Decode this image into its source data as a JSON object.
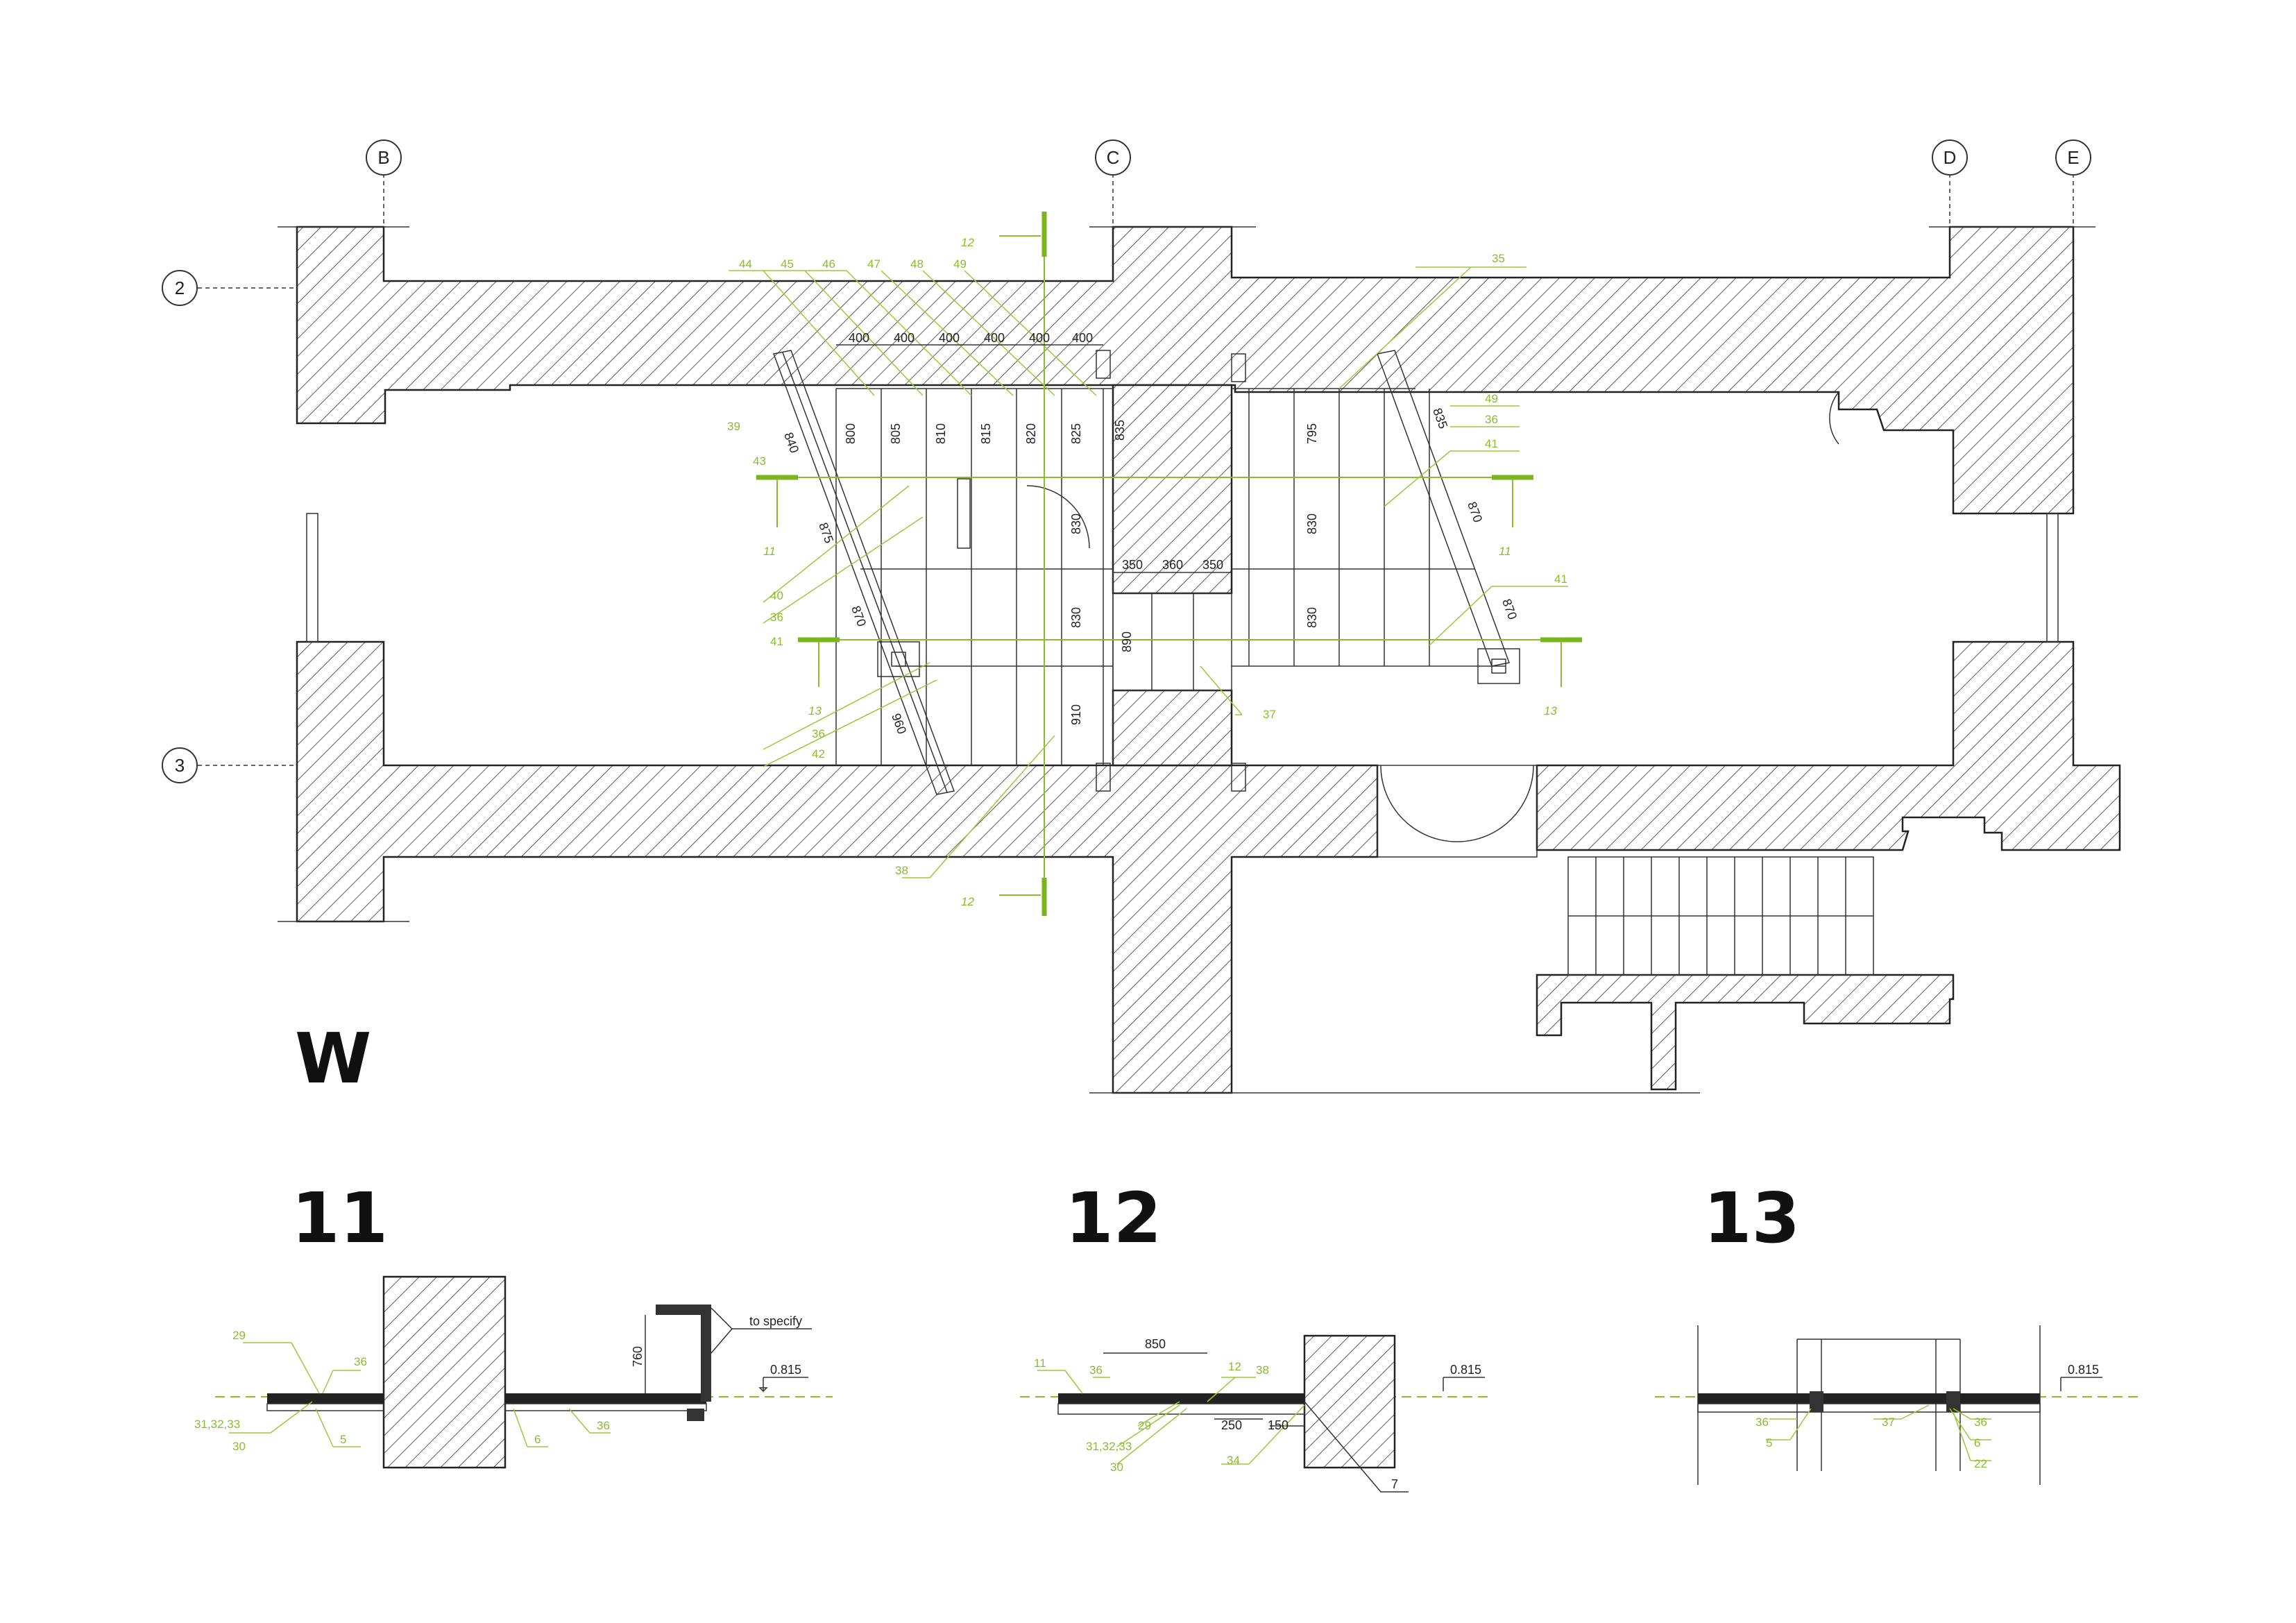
{
  "colors": {
    "accent": "#8bbd2a",
    "line": "#222222",
    "section_line": "#7ab51d"
  },
  "grid_axes": {
    "B": "B",
    "C": "C",
    "D": "D",
    "E": "E",
    "r2": "2",
    "r3": "3"
  },
  "plan_label": "W",
  "section_titles": {
    "s11": "11",
    "s12": "12",
    "s13": "13"
  },
  "section_marks": {
    "a12": "12",
    "b12": "12",
    "a11": "11",
    "b11": "11",
    "a13": "13",
    "b13": "13"
  },
  "top_spacing": [
    "400",
    "400",
    "400",
    "400",
    "400",
    "400"
  ],
  "joist_lengths_left": [
    "800",
    "805",
    "810",
    "815",
    "820",
    "825",
    "835"
  ],
  "middle_lengths": [
    "830",
    "830",
    "910",
    "890"
  ],
  "right_lengths": [
    "795",
    "830",
    "830"
  ],
  "landing_dims": [
    "350",
    "360",
    "350"
  ],
  "diag_dims": {
    "d840": "840",
    "d875": "875",
    "d870": "870",
    "d960": "960",
    "d835": "835",
    "d870b": "870",
    "d870c": "870"
  },
  "tags_top": [
    "44",
    "45",
    "46",
    "47",
    "48",
    "49"
  ],
  "tags_left": {
    "t39": "39",
    "t43": "43",
    "t40": "40",
    "t36": "36",
    "t41": "41",
    "t36b": "36",
    "t42": "42",
    "t38": "38"
  },
  "tags_right": {
    "t35": "35",
    "t49": "49",
    "t36": "36",
    "t41": "41",
    "t41b": "41",
    "t37": "37"
  },
  "sec11": {
    "t29": "29",
    "t36a": "36",
    "t3133": "31,32,33",
    "t30": "30",
    "t5": "5",
    "t6": "6",
    "t36b": "36",
    "h760": "760",
    "note": "to specify",
    "lvl": "0.815"
  },
  "sec12": {
    "t11": "11",
    "t36": "36",
    "d850": "850",
    "t12": "12",
    "t38": "38",
    "t29": "29",
    "t3133": "31,32,33",
    "t30": "30",
    "d250": "250",
    "d150": "150",
    "t34": "34",
    "t7": "7",
    "lvl": "0.815"
  },
  "sec13": {
    "t36a": "36",
    "t5": "5",
    "t37": "37",
    "t36b": "36",
    "t6": "6",
    "t22": "22",
    "lvl": "0.815"
  }
}
